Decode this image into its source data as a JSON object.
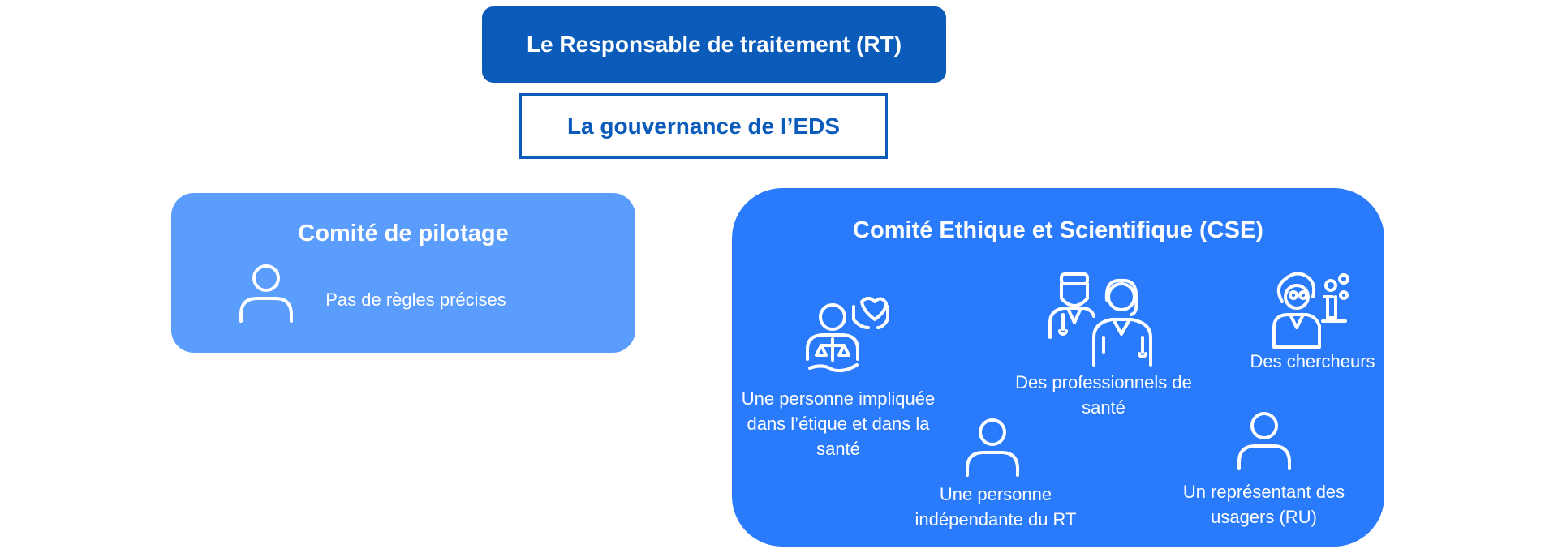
{
  "header": {
    "rt_label": "Le Responsable de traitement (RT)",
    "governance_label": "La gouvernance de l’EDS"
  },
  "pilot": {
    "title": "Comité de pilotage",
    "rule": "Pas de règles précises",
    "icon": "person-icon"
  },
  "cse": {
    "title": "Comité Ethique et Scientifique (CSE)",
    "members": [
      {
        "label": "Une personne impliquée dans l’étique et dans la santé",
        "icon": "ethics-person-icon"
      },
      {
        "label": "Des professionnels de santé",
        "icon": "health-professionals-icon"
      },
      {
        "label": "Des chercheurs",
        "icon": "researcher-icon"
      },
      {
        "label": "Une personne indépendante du RT",
        "icon": "person-icon"
      },
      {
        "label": "Un représentant des usagers (RU)",
        "icon": "person-icon"
      }
    ]
  },
  "colors": {
    "dark_blue": "#0b5bbb",
    "light_blue": "#5b9dfc",
    "bright_blue": "#2a7bfc"
  }
}
